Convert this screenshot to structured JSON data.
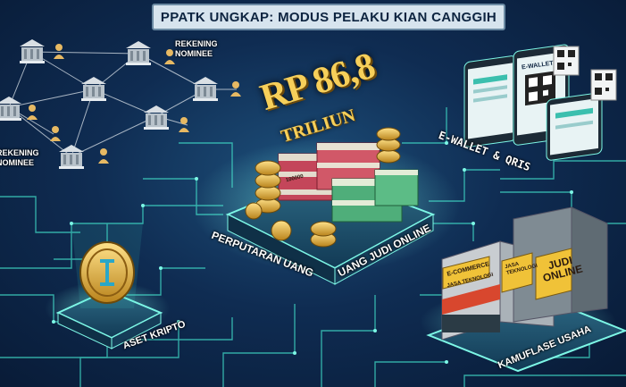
{
  "title": "PPATK UNGKAP: MODUS PELAKU KIAN CANGGIH",
  "nominee_label_1": "REKENING\nNOMINEE",
  "nominee_label_2": "REKENING\nNOMINEE",
  "amount": "RP 86,8",
  "amount_unit": "TRILIUN",
  "platform_label_left": "PERPUTARAN UANG",
  "platform_label_right": "UANG JUDI ONLINE",
  "ewallet_label": "E-WALLET & QRIS",
  "crypto_label": "ASET KRIPTO",
  "camouflage_label": "KAMUFLASE USAHA",
  "phone_header": "E-WALLET",
  "sign_ecommerce": "E-COMMERCE",
  "sign_jasa_teknologi": "JASA TEKNOLOGI",
  "sign_jasa_teknologi_2": "JASA\nTEKNOLOGI",
  "sign_judi_online": "JUDI\nONLINE",
  "banknote_value": "100000",
  "colors": {
    "background": "#0f2c52",
    "circuit": "#3fd6c4",
    "gold": "#f6cf5a",
    "platform_glow": "#7df7e6",
    "title_box": "#d7e4ee"
  }
}
